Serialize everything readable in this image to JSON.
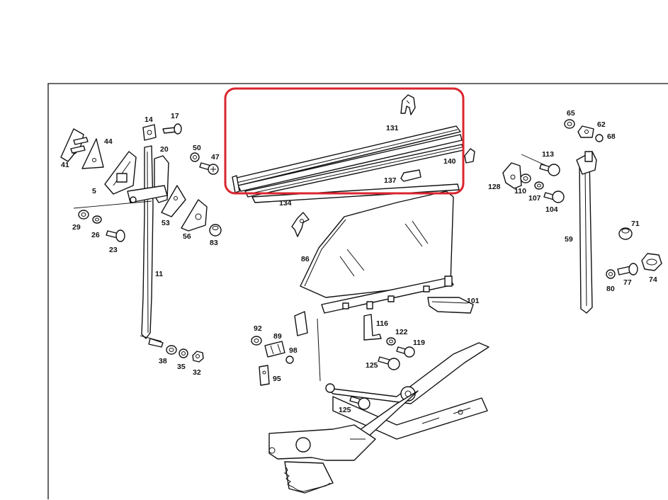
{
  "highlight_color": "#d9262e",
  "labels": {
    "p5": "5",
    "p11": "11",
    "p14": "14",
    "p17": "17",
    "p20": "20",
    "p23": "23",
    "p26": "26",
    "p29": "29",
    "p32": "32",
    "p35": "35",
    "p38": "38",
    "p41": "41",
    "p44": "44",
    "p47": "47",
    "p50": "50",
    "p53": "53",
    "p56": "56",
    "p59": "59",
    "p62": "62",
    "p65": "65",
    "p68": "68",
    "p71": "71",
    "p74": "74",
    "p77": "77",
    "p80": "80",
    "p83": "83",
    "p86": "86",
    "p89": "89",
    "p92": "92",
    "p95": "95",
    "p98": "98",
    "p101": "101",
    "p104": "104",
    "p107": "107",
    "p110": "110",
    "p113": "113",
    "p116": "116",
    "p119": "119",
    "p122": "122",
    "p125a": "125",
    "p125b": "125",
    "p128": "128",
    "p131": "131",
    "p134": "134",
    "p137": "137",
    "p140": "140"
  },
  "icons": [
    "window-regulator",
    "door-glass",
    "window-channel-seal",
    "guide-rail",
    "bolt",
    "washer",
    "nut",
    "clip",
    "bracket"
  ]
}
